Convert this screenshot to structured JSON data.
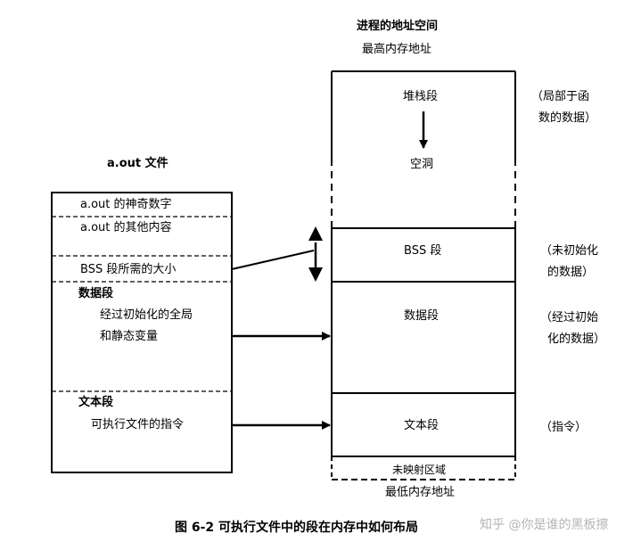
{
  "right_header": {
    "title": "进程的地址空间",
    "top_label": "最高内存地址",
    "bottom_label": "最低内存地址"
  },
  "left_header": {
    "title": "a.out 文件"
  },
  "file_sections": {
    "magic": "a.out 的神奇数字",
    "other": "a.out 的其他内容",
    "bss_size": "BSS 段所需的大小",
    "data_title": "数据段",
    "data_desc_1": "经过初始化的全局",
    "data_desc_2": "和静态变量",
    "text_title": "文本段",
    "text_desc": "可执行文件的指令"
  },
  "memory_segments": {
    "stack": "堆栈段",
    "hole": "空洞",
    "bss": "BSS 段",
    "data": "数据段",
    "text": "文本段",
    "unmapped": "未映射区域"
  },
  "annotations": {
    "stack_1": "（局部于函",
    "stack_2": "数的数据）",
    "bss_1": "（未初始化",
    "bss_2": "的数据）",
    "data_1": "（经过初始",
    "data_2": "化的数据）",
    "text": "（指令）"
  },
  "caption": "图 6-2   可执行文件中的段在内存中如何布局",
  "watermark": "知乎 @你是谁的黑板擦"
}
